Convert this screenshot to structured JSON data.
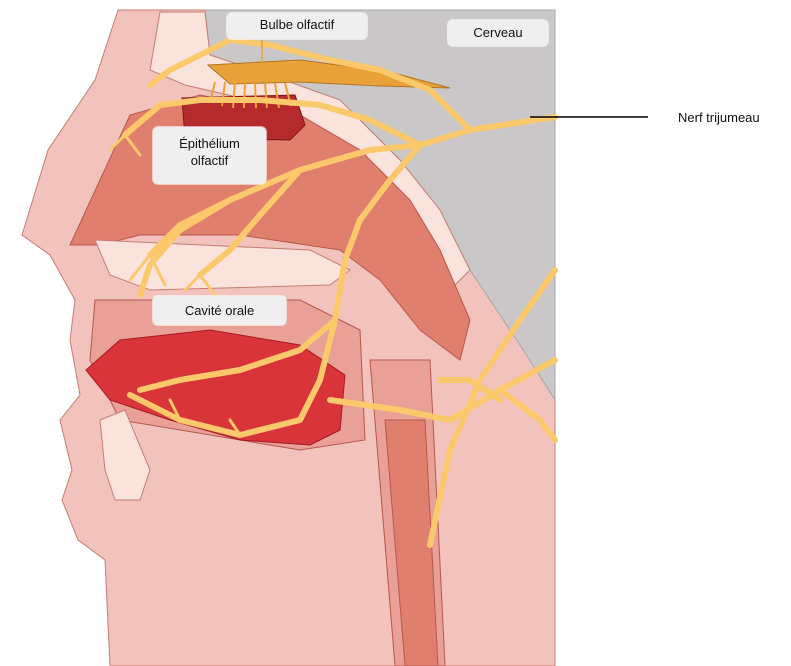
{
  "labels": {
    "bulbe_olfactif": "Bulbe olfactif",
    "cerveau": "Cerveau",
    "epithelium_line1": "Épithélium",
    "epithelium_line2": "olfactif",
    "cavite_orale": "Cavité orale",
    "nerf_trijumeau": "Nerf trijumeau"
  },
  "colors": {
    "skin": "#f2c2bc",
    "tissue": "#e9a096",
    "cavity": "#e07f6e",
    "deep_red": "#c8242a",
    "tongue": "#d8343a",
    "bone": "#f9e3dc",
    "brain": "#c9c7c8",
    "nerve": "#fbc96b",
    "bulb": "#e9a23a",
    "epithelium": "#b52a2c"
  }
}
